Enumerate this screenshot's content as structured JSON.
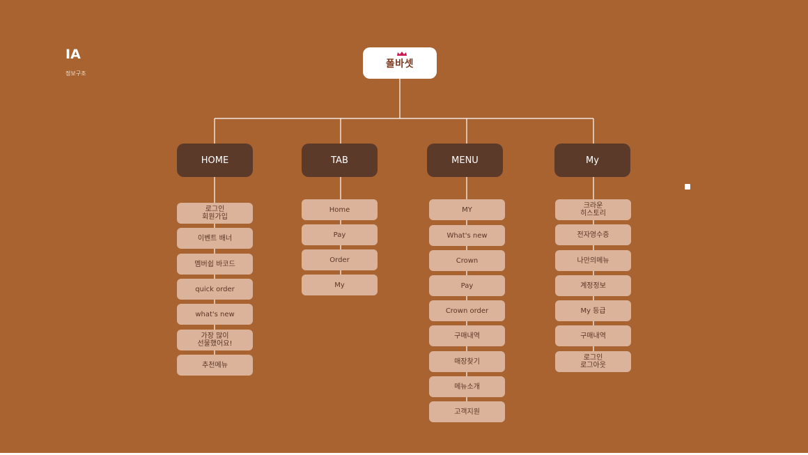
{
  "header": {
    "title": "IA",
    "subtitle": "정보구조"
  },
  "root": {
    "label": "폴바셋",
    "crown_color": "#c8174e"
  },
  "categories": [
    {
      "label": "HOME",
      "items": [
        "로그인\n회원가입",
        "이벤트 배너",
        "멤버쉽 바코드",
        "quick order",
        "what's new",
        "가장 많이\n선물했어요!",
        "추천메뉴"
      ]
    },
    {
      "label": "TAB",
      "items": [
        "Home",
        "Pay",
        "Order",
        "My"
      ]
    },
    {
      "label": "MENU",
      "items": [
        "MY",
        "What's new",
        "Crown",
        "Pay",
        "Crown order",
        "구매내역",
        "매장찾기",
        "메뉴소개",
        "고객지원"
      ]
    },
    {
      "label": "My",
      "items": [
        "크라운\n히스토리",
        "전자영수증",
        "나만의메뉴",
        "계정정보",
        "My 등급",
        "구매내역",
        "로그인\n로그아웃"
      ]
    }
  ],
  "colors": {
    "background": "#a86331",
    "category_box": "#5c3a2a",
    "leaf_box": "#dbb39b",
    "leaf_text": "#5a3625",
    "connector": "#ffffff"
  }
}
